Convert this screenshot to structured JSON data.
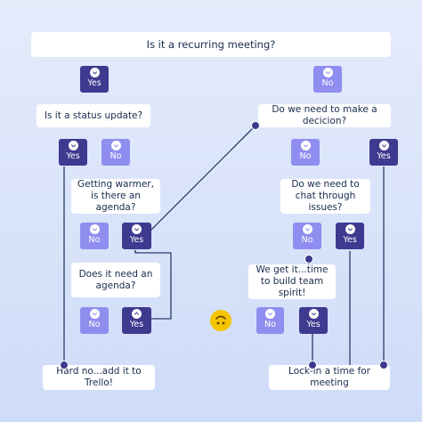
{
  "colors": {
    "dark_node": "#3e3a8f",
    "light_node": "#8f8ef0",
    "connector": "#283d6b",
    "background": "#dbe4fa"
  },
  "questions": {
    "recurring": "Is it a recurring meeting?",
    "status_update": "Is it a status update?",
    "decision": "Do we need to make a decicion?",
    "getting_warmer": "Getting warmer, is there an agenda?",
    "need_agenda": "Does it need an agenda?",
    "chat_issues": "Do we need to chat through issues?",
    "team_spirit": "We get it...time to build team spirit!",
    "hard_no": "Hard no...add it to Trello!",
    "lock_in": "Lock-in a time for meeting"
  },
  "answers": {
    "yes": "Yes",
    "no": "No"
  },
  "icons": {
    "down_arrow": "chevron-down-icon",
    "up_arrow": "chevron-up-icon",
    "face": "upside-down-face-icon"
  }
}
